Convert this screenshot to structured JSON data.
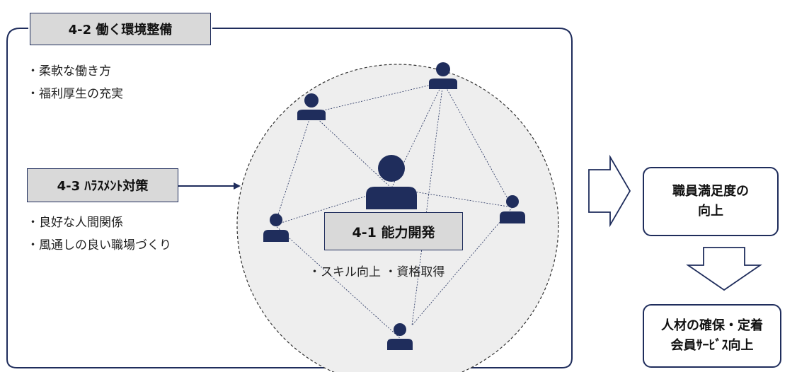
{
  "sections": {
    "work_env": {
      "title": "4-2 働く環境整備",
      "items": [
        "・柔軟な働き方",
        "・福利厚生の充実"
      ]
    },
    "harassment": {
      "title": "4-3 ﾊﾗｽﾒﾝﾄ対策",
      "items": [
        "・良好な人間関係",
        "・風通しの良い職場づくり"
      ]
    },
    "ability": {
      "title": "4-1 能力開発",
      "items": "・スキル向上 ・資格取得"
    }
  },
  "outcomes": {
    "satisfaction": {
      "line1": "職員満足度の",
      "line2": "向上"
    },
    "retention": {
      "line1": "人材の確保・定着",
      "line2": "会員ｻｰﾋﾞｽ向上"
    }
  },
  "icons": {
    "person": "person-icon",
    "arrow": "block-arrow-icon"
  },
  "colors": {
    "navy": "#1f2d5c",
    "label_bg": "#d9d9d9",
    "circle_bg": "#eeeeee"
  }
}
